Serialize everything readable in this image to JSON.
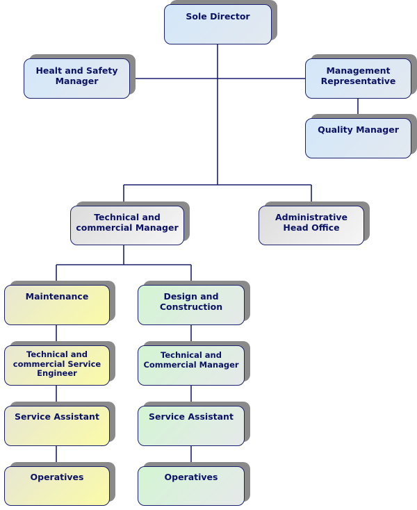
{
  "colors": {
    "connector": "#1a1f6e",
    "text": "#0b1266",
    "shadow": "#8a8a8a"
  },
  "nodes": [
    {
      "id": "sole_director",
      "label": "Sole Director",
      "theme": "blue"
    },
    {
      "id": "health_safety_manager",
      "label": "Healt and Safety\nManager",
      "theme": "blue"
    },
    {
      "id": "management_representative",
      "label": "Management\nRepresentative",
      "theme": "blue"
    },
    {
      "id": "quality_manager",
      "label": "Quality Manager",
      "theme": "blue"
    },
    {
      "id": "technical_commercial_manager",
      "label": "Technical and\ncommercial Manager",
      "theme": "gray"
    },
    {
      "id": "administrative_head_office",
      "label": "Administrative\nHead Office",
      "theme": "gray"
    },
    {
      "id": "maintenance",
      "label": "Maintenance",
      "theme": "yellow"
    },
    {
      "id": "design_construction",
      "label": "Design and\nConstruction",
      "theme": "green"
    },
    {
      "id": "technical_commercial_service_engineer",
      "label": "Technical and\ncommercial Service\nEngineer",
      "theme": "yellow"
    },
    {
      "id": "technical_commercial_manager_2",
      "label": "Technical and\nCommercial Manager",
      "theme": "green"
    },
    {
      "id": "service_assistant_1",
      "label": "Service Assistant",
      "theme": "yellow"
    },
    {
      "id": "service_assistant_2",
      "label": "Service Assistant",
      "theme": "green"
    },
    {
      "id": "operatives_1",
      "label": "Operatives",
      "theme": "yellow"
    },
    {
      "id": "operatives_2",
      "label": "Operatives",
      "theme": "green"
    }
  ],
  "edges": [
    [
      "sole_director",
      "health_safety_manager"
    ],
    [
      "sole_director",
      "management_representative"
    ],
    [
      "management_representative",
      "quality_manager"
    ],
    [
      "sole_director",
      "technical_commercial_manager"
    ],
    [
      "sole_director",
      "administrative_head_office"
    ],
    [
      "technical_commercial_manager",
      "maintenance"
    ],
    [
      "technical_commercial_manager",
      "design_construction"
    ],
    [
      "maintenance",
      "technical_commercial_service_engineer"
    ],
    [
      "technical_commercial_service_engineer",
      "service_assistant_1"
    ],
    [
      "service_assistant_1",
      "operatives_1"
    ],
    [
      "design_construction",
      "technical_commercial_manager_2"
    ],
    [
      "technical_commercial_manager_2",
      "service_assistant_2"
    ],
    [
      "service_assistant_2",
      "operatives_2"
    ]
  ]
}
